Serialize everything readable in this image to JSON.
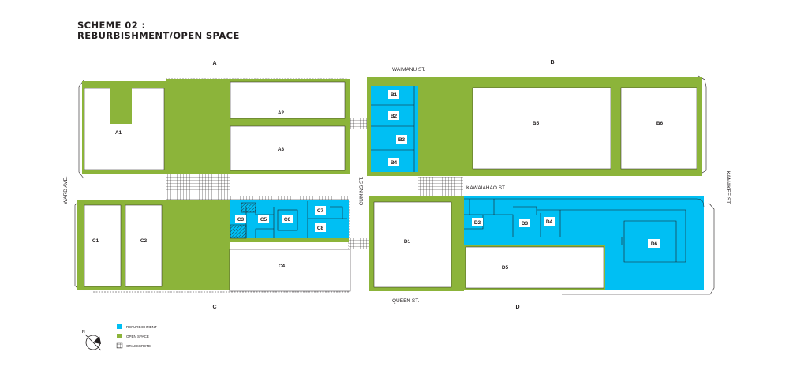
{
  "title": {
    "line1": "SCHEME 02 :",
    "line2": "REBURBISHMENT/OPEN SPACE"
  },
  "colors": {
    "refurbishment": "#00bff3",
    "open_space": "#8cb43a",
    "line": "#231f20"
  },
  "blocks": {
    "A": "A",
    "B": "B",
    "C": "C",
    "D": "D"
  },
  "streets": {
    "waimanu": "WAIMANU ST.",
    "kawaiahao": "KAWAIAHAO ST.",
    "queen": "QUEEN ST.",
    "cumins": "CUMINS ST.",
    "ward": "WARD AVE.",
    "kamakee": "KAMAKEE ST."
  },
  "buildings": {
    "A1": "A1",
    "A2": "A2",
    "A3": "A3",
    "B1": "B1",
    "B2": "B2",
    "B3": "B3",
    "B4": "B4",
    "B5": "B5",
    "B6": "B6",
    "C1": "C1",
    "C2": "C2",
    "C3": "C3",
    "C4": "C4",
    "C5": "C5",
    "C6": "C6",
    "C7": "C7",
    "C8": "C8",
    "D1": "D1",
    "D2": "D2",
    "D3": "D3",
    "D4": "D4",
    "D5": "D5",
    "D6": "D6"
  },
  "legend": {
    "refurbishment": "REFURBISHMENT",
    "open_space": "OPEN SPACE",
    "grasscrete": "GRASSCRETE"
  },
  "north_label": "N"
}
